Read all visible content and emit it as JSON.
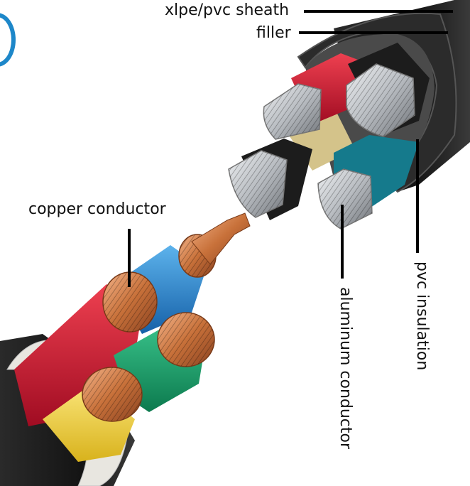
{
  "labels": {
    "sheath": "xlpe/pvc sheath",
    "filler": "filler",
    "copper": "copper conductor",
    "aluminum": "aluminum conductor",
    "pvc_insulation": "pvc insulation"
  },
  "colors": {
    "red_insulation": "#c8102e",
    "blue_insulation": "#1f78c8",
    "green_insulation": "#16a06a",
    "yellow_insulation": "#f0d23a",
    "black_insulation": "#1c1c1c",
    "teal_insulation": "#157a8c",
    "filler_tan": "#d4c38a",
    "copper": "#c8713a",
    "aluminum": "#b9bdc2",
    "sheath": "#1e1e1e",
    "logo_blue": "#1d87c9"
  }
}
